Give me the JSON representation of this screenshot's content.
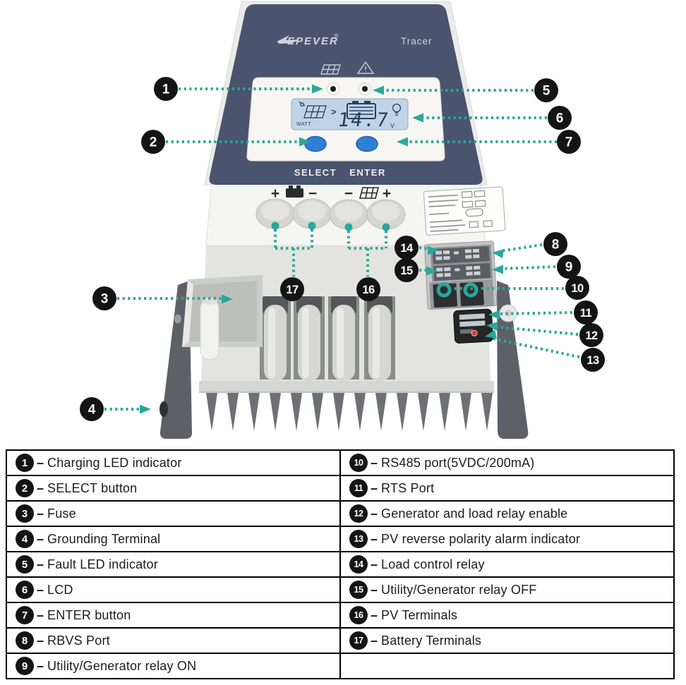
{
  "device": {
    "brand": "EPEVER",
    "reg_mark": "®",
    "model": "Tracer",
    "select_label": "SELECT",
    "enter_label": "ENTER",
    "lcd": {
      "watt": "WATT",
      "value": "14.7",
      "unit": "V",
      "arrow": ">"
    },
    "terminal_labels": {
      "bat_plus": "+",
      "bat_minus": "−",
      "pv_minus": "−",
      "pv_plus": "+"
    }
  },
  "colors": {
    "callout_teal": "#2aa79b",
    "badge_black": "#141414",
    "front_panel": "#4a546e",
    "lcd_background": "#bfd4e6",
    "button_blue": "#2e7fd6"
  },
  "legend": {
    "dash": "–",
    "left": [
      {
        "num": "1",
        "label": "Charging LED indicator"
      },
      {
        "num": "2",
        "label": "SELECT button"
      },
      {
        "num": "3",
        "label": "Fuse"
      },
      {
        "num": "4",
        "label": "Grounding Terminal"
      },
      {
        "num": "5",
        "label": "Fault LED indicator"
      },
      {
        "num": "6",
        "label": "LCD"
      },
      {
        "num": "7",
        "label": "ENTER button"
      },
      {
        "num": "8",
        "label": "RBVS Port"
      },
      {
        "num": "9",
        "label": "Utility/Generator relay ON"
      }
    ],
    "right": [
      {
        "num": "10",
        "label": "RS485 port(5VDC/200mA)"
      },
      {
        "num": "11",
        "label": "RTS Port"
      },
      {
        "num": "12",
        "label": "Generator and load relay enable"
      },
      {
        "num": "13",
        "label": "PV reverse polarity alarm indicator"
      },
      {
        "num": "14",
        "label": "Load control relay"
      },
      {
        "num": "15",
        "label": "Utility/Generator relay OFF"
      },
      {
        "num": "16",
        "label": "PV Terminals"
      },
      {
        "num": "17",
        "label": "Battery Terminals"
      }
    ]
  }
}
